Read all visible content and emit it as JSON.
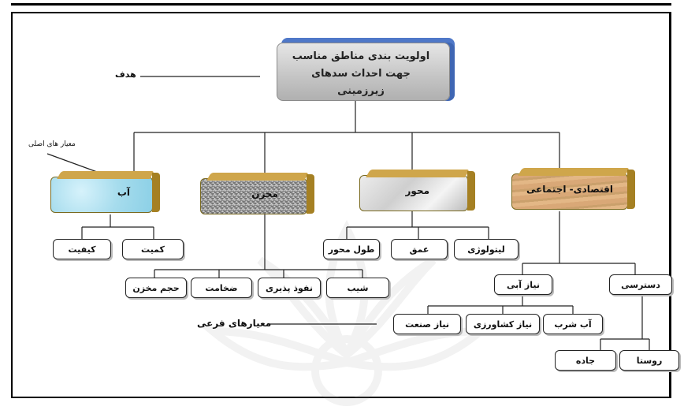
{
  "diagram": {
    "goal": {
      "line1": "اولویت بندی مناطق مناسب",
      "line2": "جهت احداث سدهای",
      "line3": "زیرزمینی"
    },
    "labels": {
      "goal": "هدف",
      "main_criteria": "معیار های اصلی",
      "sub_criteria": "معیارهای فرعی"
    },
    "main_criteria": {
      "water": "آب",
      "reservoir": "مخزن",
      "axis": "محور",
      "socioeconomic": "اقتصادی- اجتماعی"
    },
    "water_sub": {
      "quality": "کیفیت",
      "quantity": "کمیت"
    },
    "reservoir_sub": {
      "volume": "حجم مخزن",
      "thickness": "ضخامت",
      "permeability": "نفوذ پذیری",
      "slope": "شیب"
    },
    "axis_sub": {
      "length": "طول محور",
      "depth": "عمق",
      "lithology": "لیتولوژی"
    },
    "econ_sub": {
      "water_need": "نیاز آبی",
      "access": "دسترسی"
    },
    "water_need_sub": {
      "industry": "نیاز صنعت",
      "agriculture": "نیاز کشاورزی",
      "drinking": "آب شرب"
    },
    "access_sub": {
      "road": "جاده",
      "village": "روستا"
    }
  }
}
